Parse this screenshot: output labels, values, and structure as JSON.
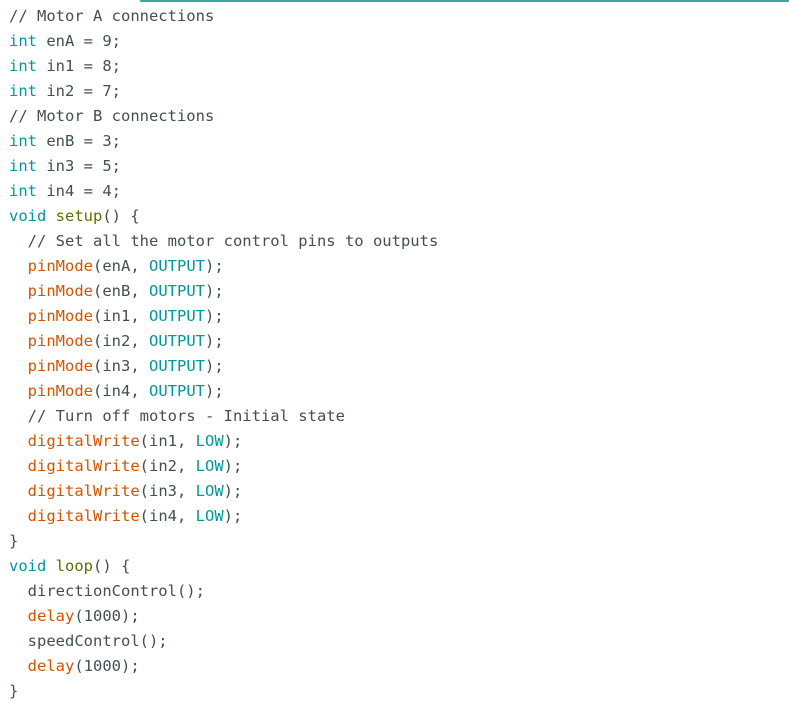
{
  "colors": {
    "comment": "#434f54",
    "keyword": "#00979c",
    "function": "#d35400",
    "setup_loop": "#5e6d03",
    "constant": "#00979c",
    "text": "#434f54",
    "accent": "#3aa9a3"
  },
  "code": {
    "lines": [
      "// Motor A connections",
      "int enA = 9;",
      "int in1 = 8;",
      "int in2 = 7;",
      "// Motor B connections",
      "int enB = 3;",
      "int in3 = 5;",
      "int in4 = 4;",
      "void setup() {",
      "  // Set all the motor control pins to outputs",
      "  pinMode(enA, OUTPUT);",
      "  pinMode(enB, OUTPUT);",
      "  pinMode(in1, OUTPUT);",
      "  pinMode(in2, OUTPUT);",
      "  pinMode(in3, OUTPUT);",
      "  pinMode(in4, OUTPUT);",
      "  // Turn off motors - Initial state",
      "  digitalWrite(in1, LOW);",
      "  digitalWrite(in2, LOW);",
      "  digitalWrite(in3, LOW);",
      "  digitalWrite(in4, LOW);",
      "}",
      "void loop() {",
      "  directionControl();",
      "  delay(1000);",
      "  speedControl();",
      "  delay(1000);",
      "}"
    ]
  }
}
